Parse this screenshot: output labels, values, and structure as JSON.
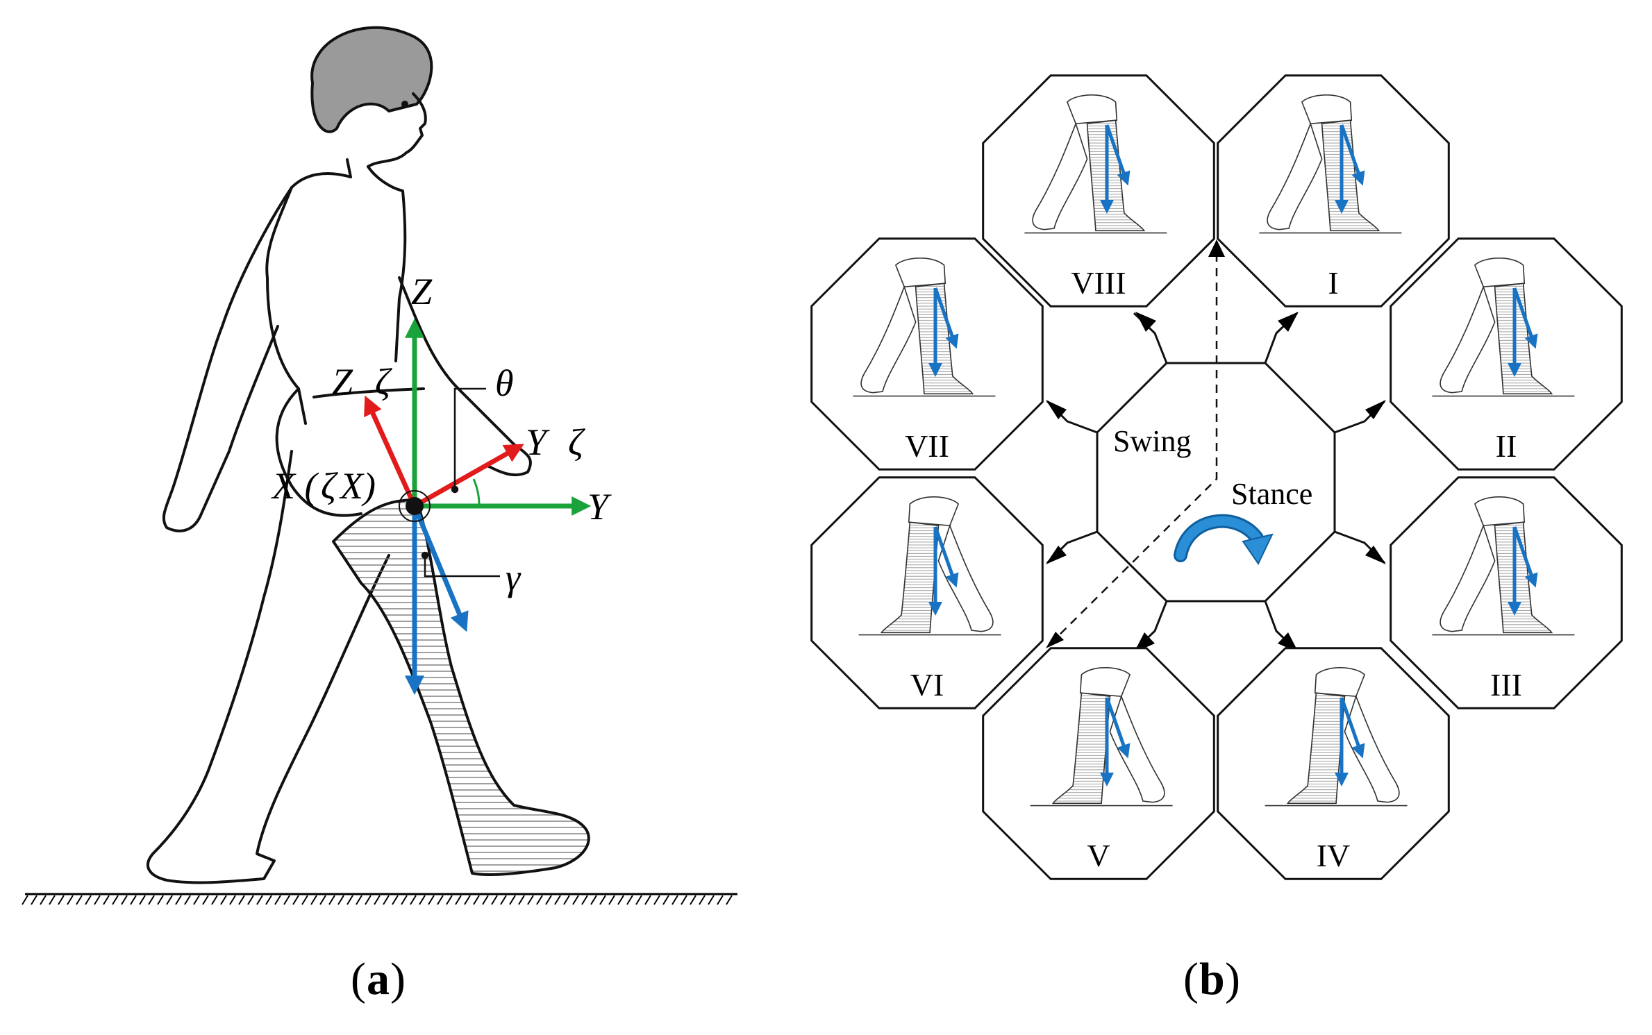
{
  "panel_a": {
    "caption": "a",
    "axes": {
      "z_label": "Z",
      "y_label": "Y",
      "x_label": "X (",
      "x_label_inner": "X)",
      "zeta": "ζ",
      "rot_z_label": "Z",
      "rot_y_label": "Y",
      "theta": "θ",
      "gamma": "γ"
    },
    "colors": {
      "world_axes": "#1aa33a",
      "rotated_axes": "#e21b1b",
      "leg_vector": "#1873c4"
    }
  },
  "panel_b": {
    "caption": "b",
    "phases": [
      {
        "label": "I"
      },
      {
        "label": "II"
      },
      {
        "label": "III"
      },
      {
        "label": "IV"
      },
      {
        "label": "V"
      },
      {
        "label": "VI"
      },
      {
        "label": "VII"
      },
      {
        "label": "VIII"
      }
    ],
    "swing_label": "Swing",
    "stance_label": "Stance",
    "colors": {
      "vector": "#1873c4",
      "cycle_arrow": "#2a8fd6"
    }
  }
}
